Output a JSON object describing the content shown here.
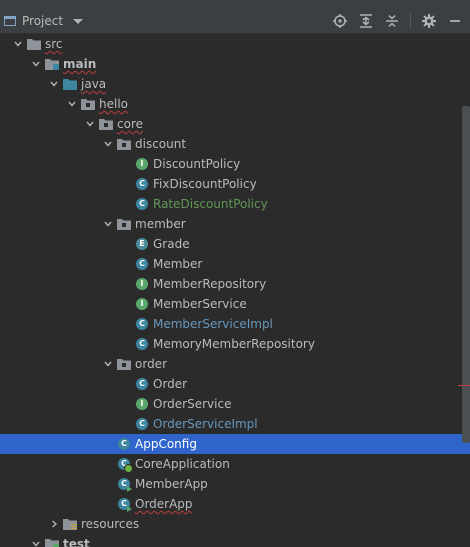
{
  "toolbar": {
    "title": "Project"
  },
  "colors": {
    "background": "#2b2b2b",
    "selection": "#2f65ca",
    "class_icon": "#3e86a0",
    "interface_icon": "#59a869",
    "modified_blue": "#6897bb",
    "added_green": "#629755",
    "error_underline": "#bc3f3c"
  },
  "tree": [
    {
      "label": "src",
      "depth": 1,
      "expand": "open",
      "icon": "folder-icon",
      "style": "wavy"
    },
    {
      "label": "main",
      "depth": 2,
      "expand": "open",
      "icon": "source-folder-icon",
      "style": "bold wavy"
    },
    {
      "label": "java",
      "depth": 3,
      "expand": "open",
      "icon": "java-source-root-icon",
      "style": "wavy"
    },
    {
      "label": "hello",
      "depth": 4,
      "expand": "open",
      "icon": "package-icon",
      "style": "wavy"
    },
    {
      "label": "core",
      "depth": 5,
      "expand": "open",
      "icon": "package-icon",
      "style": "wavy"
    },
    {
      "label": "discount",
      "depth": 6,
      "expand": "open",
      "icon": "package-icon",
      "style": ""
    },
    {
      "label": "DiscountPolicy",
      "depth": 7,
      "expand": "none",
      "icon": "interface-icon",
      "style": ""
    },
    {
      "label": "FixDiscountPolicy",
      "depth": 7,
      "expand": "none",
      "icon": "class-icon",
      "style": ""
    },
    {
      "label": "RateDiscountPolicy",
      "depth": 7,
      "expand": "none",
      "icon": "class-icon",
      "style": "green"
    },
    {
      "label": "member",
      "depth": 6,
      "expand": "open",
      "icon": "package-icon",
      "style": ""
    },
    {
      "label": "Grade",
      "depth": 7,
      "expand": "none",
      "icon": "enum-icon",
      "style": ""
    },
    {
      "label": "Member",
      "depth": 7,
      "expand": "none",
      "icon": "class-icon",
      "style": ""
    },
    {
      "label": "MemberRepository",
      "depth": 7,
      "expand": "none",
      "icon": "interface-icon",
      "style": ""
    },
    {
      "label": "MemberService",
      "depth": 7,
      "expand": "none",
      "icon": "interface-icon",
      "style": ""
    },
    {
      "label": "MemberServiceImpl",
      "depth": 7,
      "expand": "none",
      "icon": "class-icon",
      "style": "blue"
    },
    {
      "label": "MemoryMemberRepository",
      "depth": 7,
      "expand": "none",
      "icon": "class-icon",
      "style": ""
    },
    {
      "label": "order",
      "depth": 6,
      "expand": "open",
      "icon": "package-icon",
      "style": ""
    },
    {
      "label": "Order",
      "depth": 7,
      "expand": "none",
      "icon": "class-icon",
      "style": ""
    },
    {
      "label": "OrderService",
      "depth": 7,
      "expand": "none",
      "icon": "interface-icon",
      "style": ""
    },
    {
      "label": "OrderServiceImpl",
      "depth": 7,
      "expand": "none",
      "icon": "class-icon",
      "style": "blue"
    },
    {
      "label": "AppConfig",
      "depth": 6,
      "expand": "none",
      "icon": "class-icon",
      "style": "selected"
    },
    {
      "label": "CoreApplication",
      "depth": 6,
      "expand": "none",
      "icon": "spring-boot-class-icon",
      "style": ""
    },
    {
      "label": "MemberApp",
      "depth": 6,
      "expand": "none",
      "icon": "runnable-class-icon",
      "style": ""
    },
    {
      "label": "OrderApp",
      "depth": 6,
      "expand": "none",
      "icon": "runnable-class-icon",
      "style": "wavy"
    },
    {
      "label": "resources",
      "depth": 3,
      "expand": "closed",
      "icon": "resources-folder-icon",
      "style": ""
    },
    {
      "label": "test",
      "depth": 2,
      "expand": "open",
      "icon": "test-folder-icon",
      "style": "bold"
    }
  ]
}
